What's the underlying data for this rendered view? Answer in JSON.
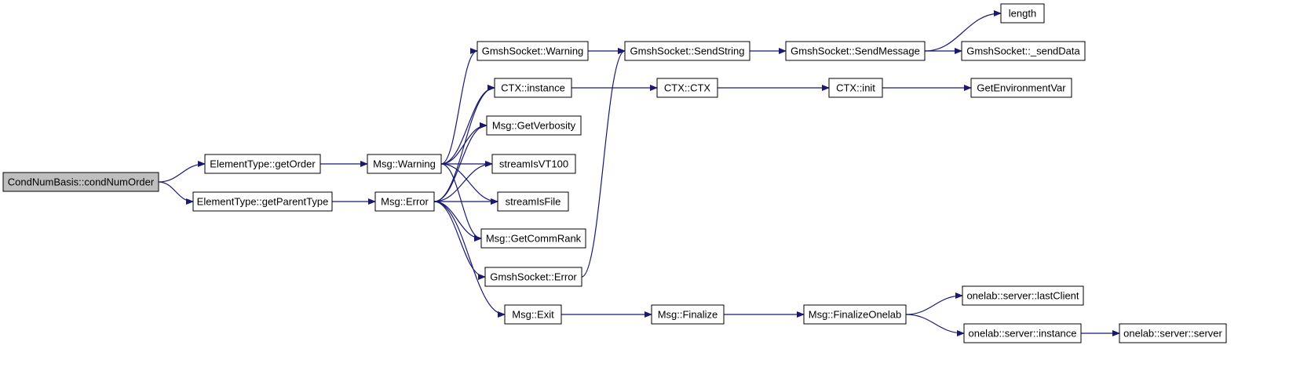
{
  "nodes": [
    {
      "id": "condNumOrder",
      "label": "CondNumBasis::condNumOrder",
      "root": true
    },
    {
      "id": "getOrder",
      "label": "ElementType::getOrder"
    },
    {
      "id": "getParentType",
      "label": "ElementType::getParentType"
    },
    {
      "id": "msgWarning",
      "label": "Msg::Warning"
    },
    {
      "id": "msgError",
      "label": "Msg::Error"
    },
    {
      "id": "gsWarning",
      "label": "GmshSocket::Warning"
    },
    {
      "id": "ctxInstance",
      "label": "CTX::instance"
    },
    {
      "id": "getVerbosity",
      "label": "Msg::GetVerbosity"
    },
    {
      "id": "vt100",
      "label": "streamIsVT100"
    },
    {
      "id": "isFile",
      "label": "streamIsFile"
    },
    {
      "id": "commRank",
      "label": "Msg::GetCommRank"
    },
    {
      "id": "gsError",
      "label": "GmshSocket::Error"
    },
    {
      "id": "msgExit",
      "label": "Msg::Exit"
    },
    {
      "id": "sendString",
      "label": "GmshSocket::SendString"
    },
    {
      "id": "ctxCtor",
      "label": "CTX::CTX"
    },
    {
      "id": "finalize",
      "label": "Msg::Finalize"
    },
    {
      "id": "sendMessage",
      "label": "GmshSocket::SendMessage"
    },
    {
      "id": "ctxInit",
      "label": "CTX::init"
    },
    {
      "id": "finalizeOnelab",
      "label": "Msg::FinalizeOnelab"
    },
    {
      "id": "length",
      "label": "length"
    },
    {
      "id": "sendData",
      "label": "GmshSocket::_sendData"
    },
    {
      "id": "getEnv",
      "label": "GetEnvironmentVar"
    },
    {
      "id": "lastClient",
      "label": "onelab::server::lastClient"
    },
    {
      "id": "olInstance",
      "label": "onelab::server::instance"
    },
    {
      "id": "olServer",
      "label": "onelab::server::server"
    }
  ],
  "edges": [
    [
      "condNumOrder",
      "getOrder"
    ],
    [
      "condNumOrder",
      "getParentType"
    ],
    [
      "getOrder",
      "msgWarning"
    ],
    [
      "getParentType",
      "msgError"
    ],
    [
      "msgWarning",
      "gsWarning"
    ],
    [
      "msgWarning",
      "ctxInstance"
    ],
    [
      "msgWarning",
      "getVerbosity"
    ],
    [
      "msgWarning",
      "vt100"
    ],
    [
      "msgWarning",
      "isFile"
    ],
    [
      "msgWarning",
      "commRank"
    ],
    [
      "msgError",
      "ctxInstance"
    ],
    [
      "msgError",
      "getVerbosity"
    ],
    [
      "msgError",
      "vt100"
    ],
    [
      "msgError",
      "isFile"
    ],
    [
      "msgError",
      "commRank"
    ],
    [
      "msgError",
      "gsError"
    ],
    [
      "msgError",
      "msgExit"
    ],
    [
      "gsWarning",
      "sendString"
    ],
    [
      "gsError",
      "sendString"
    ],
    [
      "ctxInstance",
      "ctxCtor"
    ],
    [
      "msgExit",
      "finalize"
    ],
    [
      "sendString",
      "sendMessage"
    ],
    [
      "ctxCtor",
      "ctxInit"
    ],
    [
      "finalize",
      "finalizeOnelab"
    ],
    [
      "sendMessage",
      "length"
    ],
    [
      "sendMessage",
      "sendData"
    ],
    [
      "ctxInit",
      "getEnv"
    ],
    [
      "finalizeOnelab",
      "lastClient"
    ],
    [
      "finalizeOnelab",
      "olInstance"
    ],
    [
      "olInstance",
      "olServer"
    ]
  ]
}
